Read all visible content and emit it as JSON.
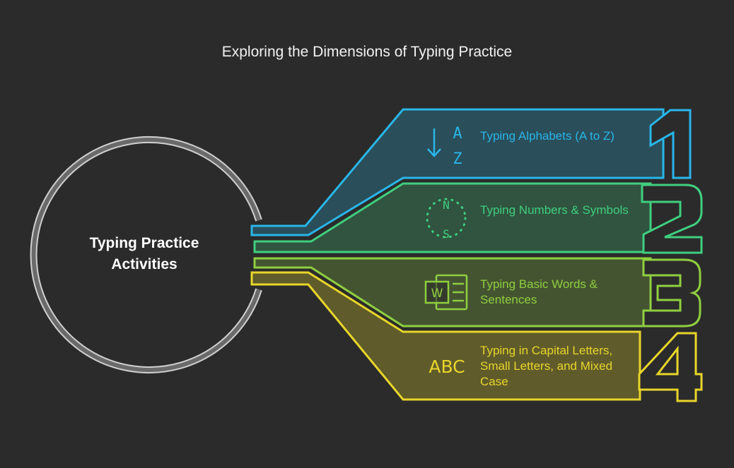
{
  "title": "Exploring the Dimensions of Typing Practice",
  "center": {
    "line1": "Typing Practice",
    "line2": "Activities"
  },
  "items": [
    {
      "number": "1",
      "label": "Typing Alphabets (A to Z)",
      "color": "#29b6e8",
      "icon": "sort-alpha-down-icon",
      "icon_letters": [
        "A",
        "Z"
      ]
    },
    {
      "number": "2",
      "label": "Typing Numbers & Symbols",
      "color": "#3fcf7f",
      "icon": "compass-icon",
      "icon_letters": [
        "N",
        "S"
      ]
    },
    {
      "number": "3",
      "label": "Typing Basic Words & Sentences",
      "color": "#8fcf3f",
      "icon": "word-document-icon",
      "icon_letters": [
        "W"
      ]
    },
    {
      "number": "4",
      "label": "Typing in Capital Letters, Small Letters, and Mixed Case",
      "color": "#e8d62a",
      "icon": "abc-text-icon",
      "icon_letters": [
        "ABC"
      ]
    }
  ]
}
